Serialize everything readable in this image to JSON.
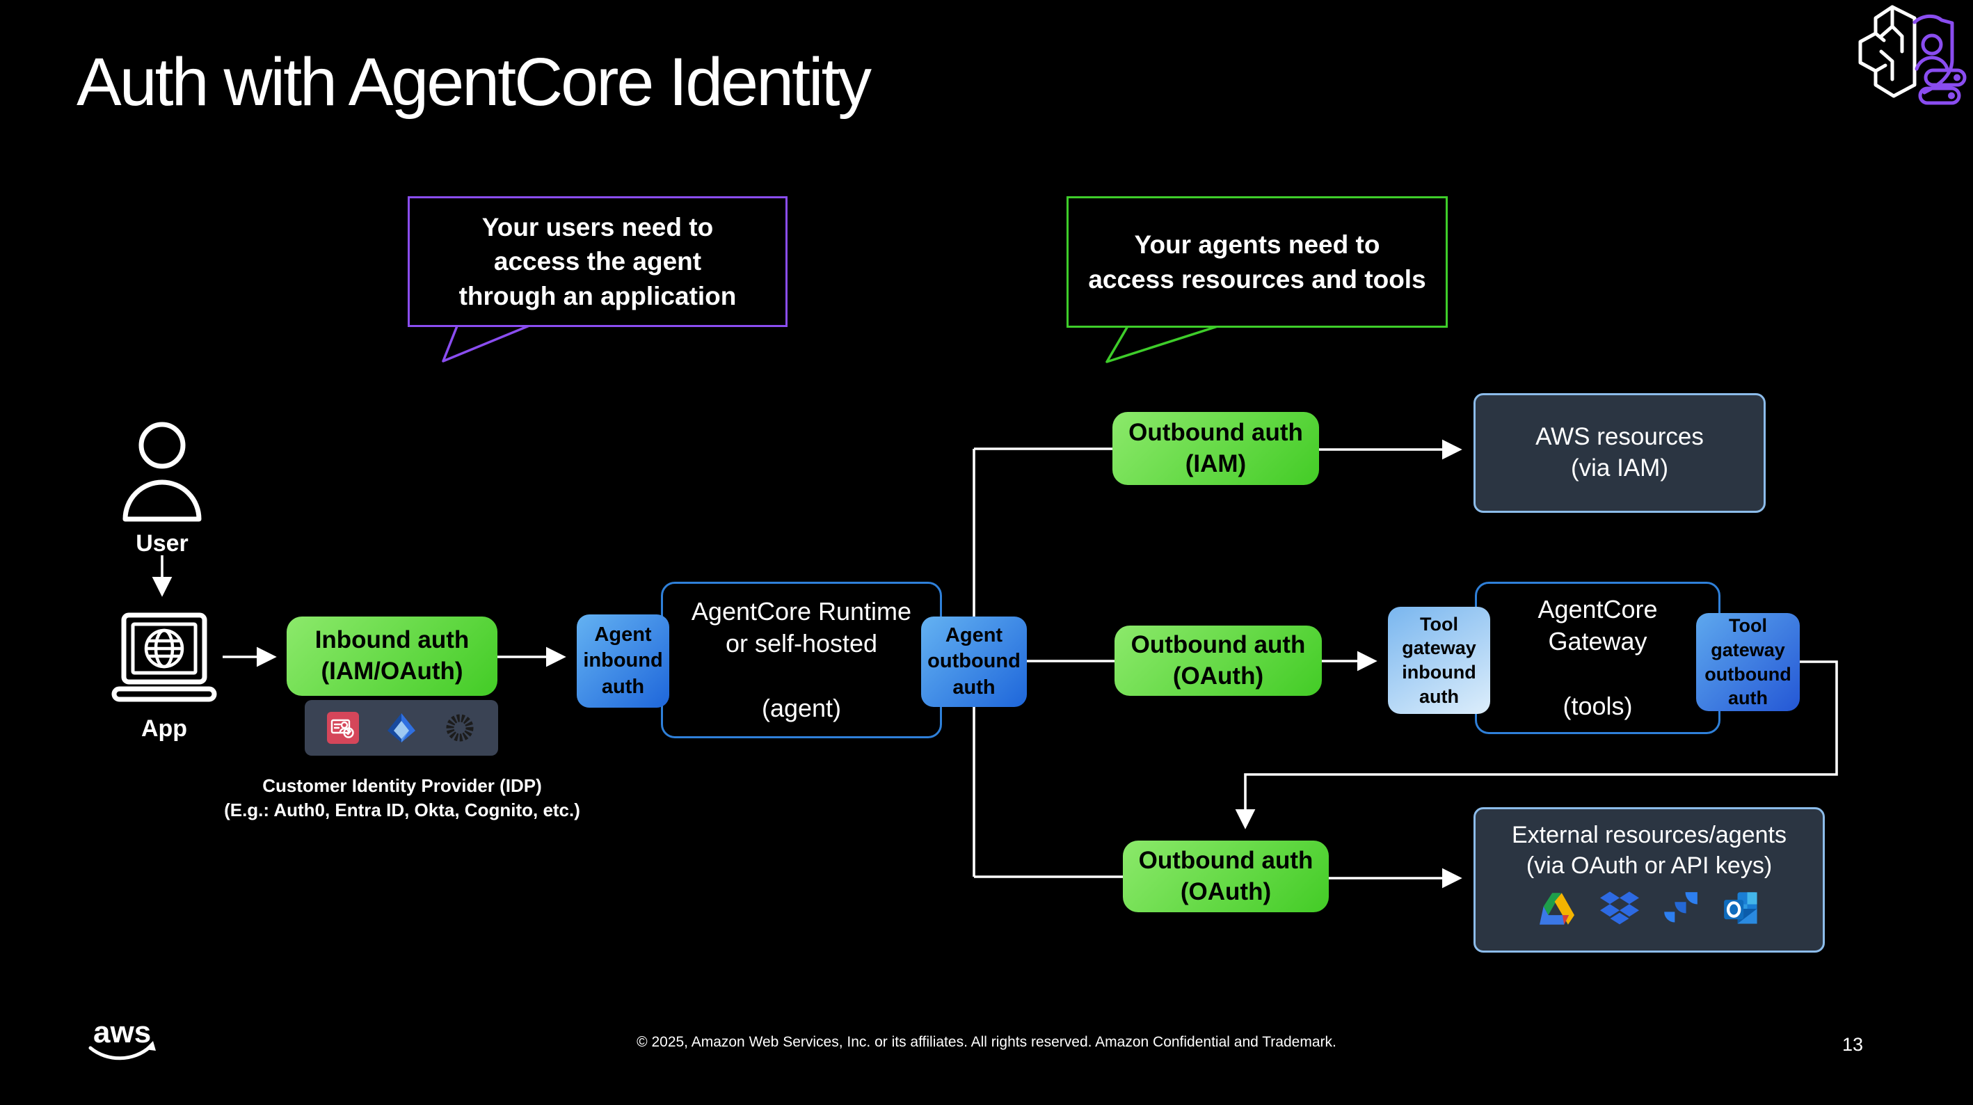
{
  "slide": {
    "title": "Auth with AgentCore Identity",
    "page_number": "13",
    "footer_copyright": "© 2025, Amazon Web Services, Inc. or its affiliates. All rights reserved. Amazon Confidential and Trademark.",
    "brand_text": "aws",
    "corner_icon": "agentcore-identity-icon",
    "background_color": "#000000"
  },
  "callouts": {
    "users": {
      "text": "Your users need to\naccess the agent\nthrough an application",
      "border_color": "#8a4df0"
    },
    "agents": {
      "text": "Your agents need to\naccess resources and tools",
      "border_color": "#3ecd2a"
    }
  },
  "actors": {
    "user": {
      "label": "User",
      "icon": "person-icon"
    },
    "app": {
      "label": "App",
      "icon": "laptop-globe-icon"
    }
  },
  "nodes": {
    "inbound_auth": {
      "label": "Inbound auth\n(IAM/OAuth)",
      "style": "green"
    },
    "idp": {
      "caption": "Customer Identity Provider (IDP)\n(E.g.: Auth0, Entra ID, Okta, Cognito, etc.)",
      "icons": [
        "amazon-cognito-icon",
        "microsoft-entra-id-icon",
        "okta-icon"
      ]
    },
    "agent_inbound": {
      "label": "Agent\ninbound\nauth",
      "style": "blue"
    },
    "runtime": {
      "label": "AgentCore Runtime\nor self-hosted\n\n(agent)",
      "style": "outlined"
    },
    "agent_outbound": {
      "label": "Agent\noutbound\nauth",
      "style": "blue"
    },
    "outbound_iam": {
      "label": "Outbound auth\n(IAM)",
      "style": "green"
    },
    "aws_resources": {
      "label": "AWS resources\n(via IAM)",
      "style": "resource"
    },
    "outbound_oauth_gateway": {
      "label": "Outbound auth\n(OAuth)",
      "style": "green"
    },
    "tool_gateway_inbound": {
      "label": "Tool\ngateway\ninbound\nauth",
      "style": "light-blue"
    },
    "gateway": {
      "label": "AgentCore\nGateway\n\n(tools)",
      "style": "outlined"
    },
    "tool_gateway_outbound": {
      "label": "Tool\ngateway\noutbound\nauth",
      "style": "mid-blue"
    },
    "outbound_oauth_external": {
      "label": "Outbound auth\n(OAuth)",
      "style": "green"
    },
    "external_resources": {
      "label": "External resources/agents\n(via OAuth or API keys)",
      "style": "resource",
      "icons": [
        "google-drive-icon",
        "dropbox-icon",
        "jira-icon",
        "outlook-icon"
      ]
    }
  },
  "colors": {
    "green_gradient_start": "#8ce96b",
    "green_gradient_end": "#43cc26",
    "blue_gradient_start": "#64b2f2",
    "blue_gradient_end": "#1e66da",
    "light_blue_gradient_start": "#79b6ef",
    "light_blue_gradient_end": "#ddeefb",
    "node_border_blue": "#2f80d9",
    "resource_fill": "#2b3542",
    "resource_border": "#8cbcea",
    "idp_strip_fill": "#3a4354",
    "connector": "#ffffff",
    "purple_accent": "#8a4df0",
    "green_accent": "#3ecd2a"
  }
}
